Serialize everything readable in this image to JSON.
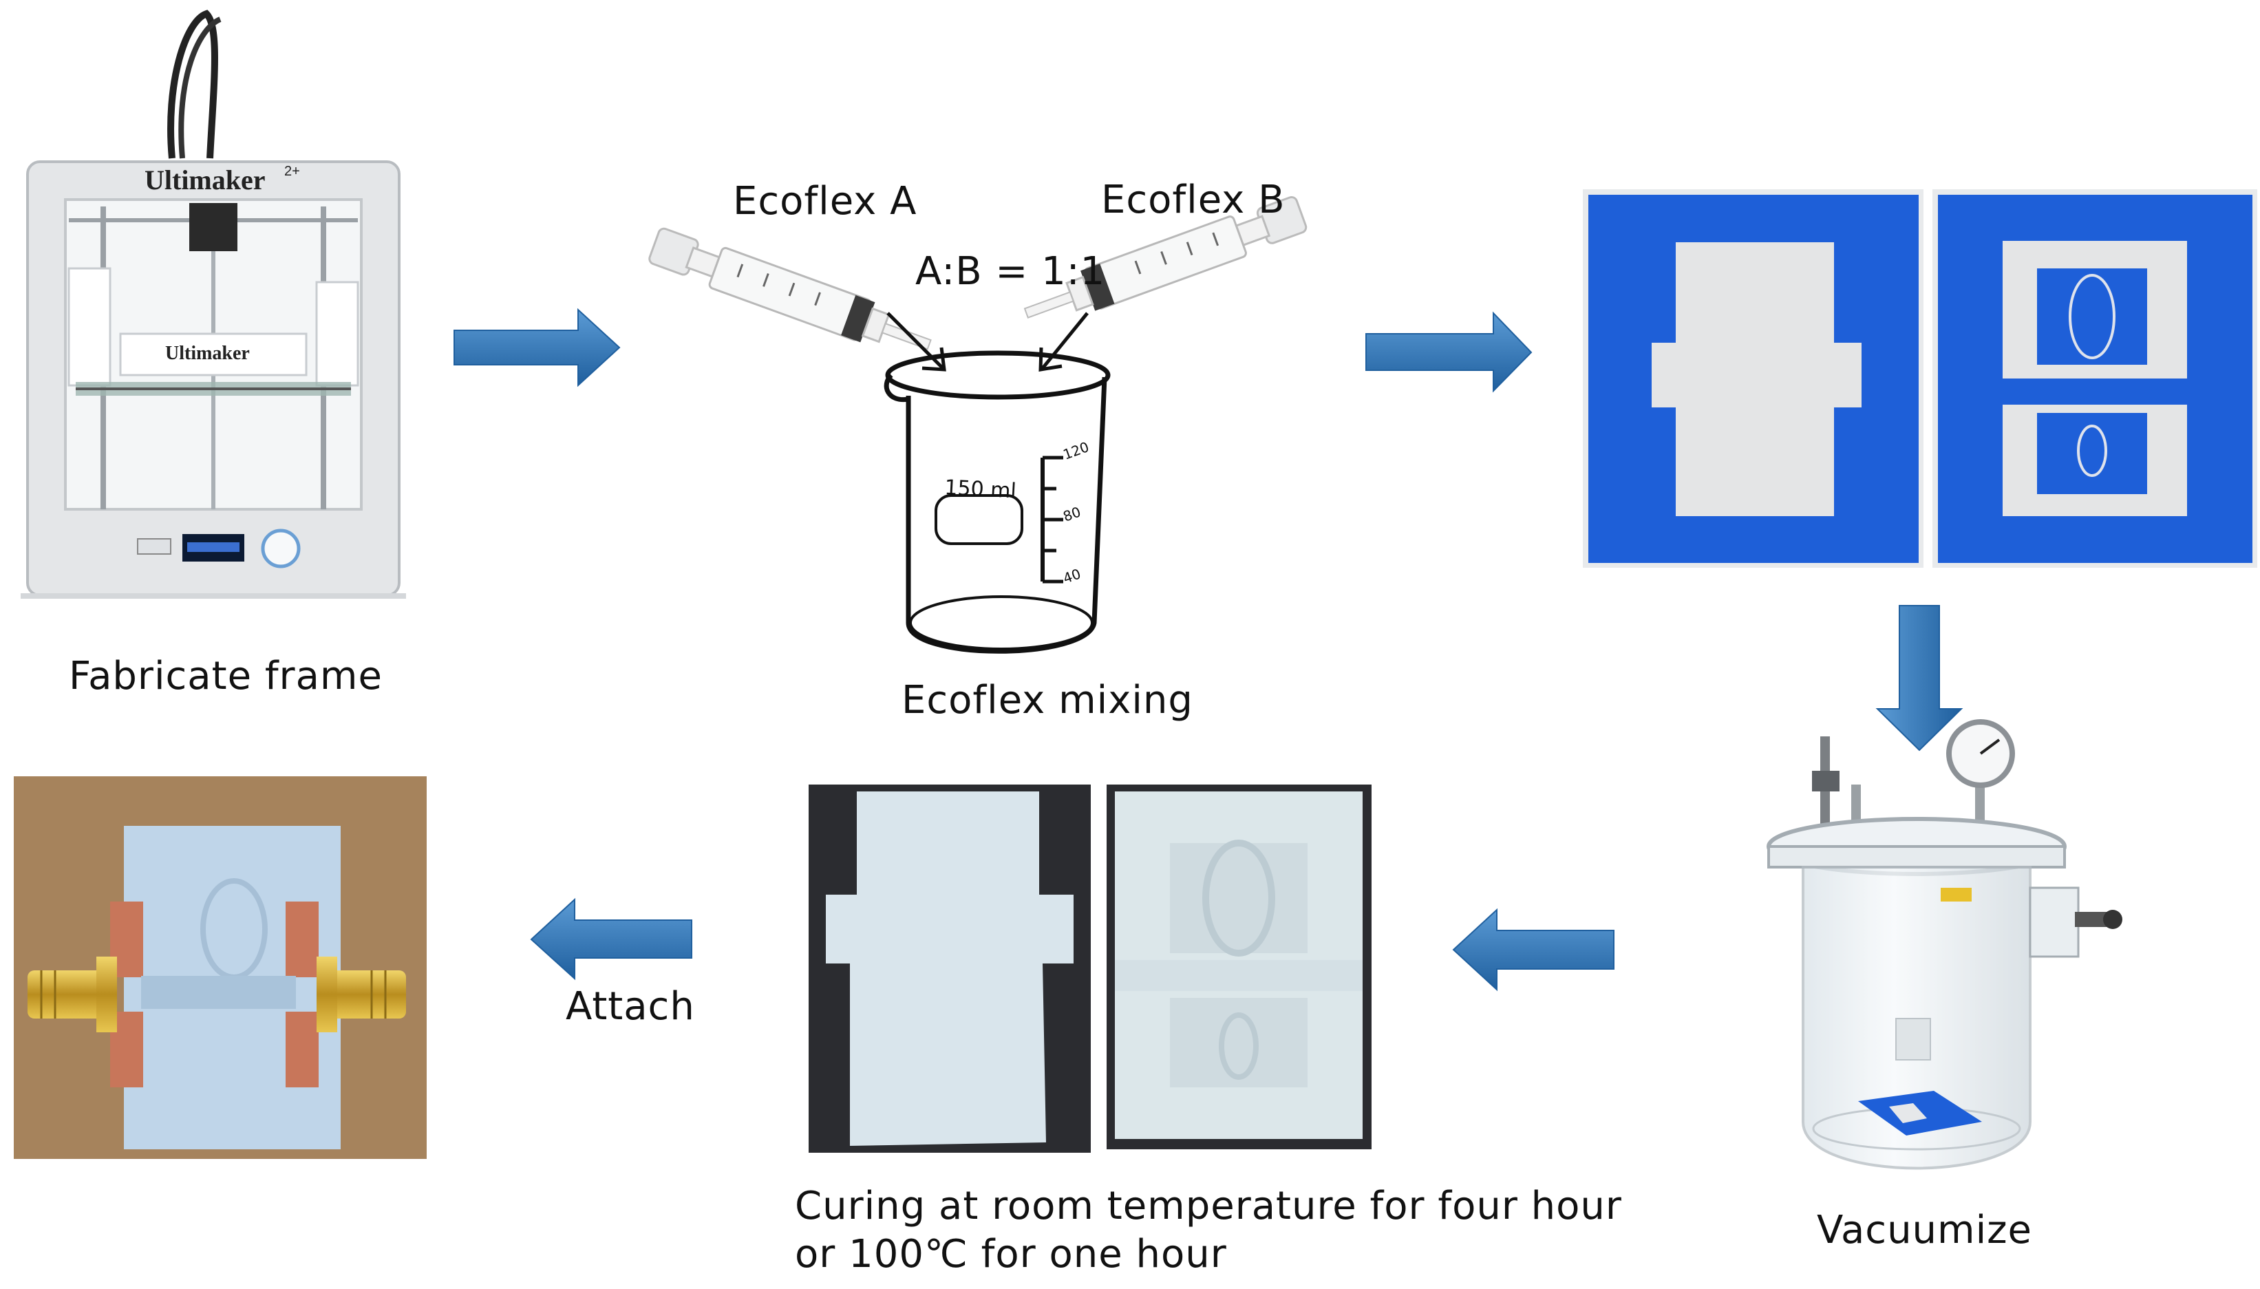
{
  "steps": {
    "fabricate": {
      "label": "Fabricate  frame",
      "printer_brand": "Ultimaker",
      "printer_model": "2+"
    },
    "mixing": {
      "label": "Ecoflex mixing",
      "syringe_a": "Ecoflex A",
      "syringe_b": "Ecoflex B",
      "ratio": "A:B  =  1:1",
      "beaker_volume": "150 ml",
      "beaker_marks": [
        "120",
        "80",
        "40"
      ]
    },
    "vacuum": {
      "label": "Vacuumize"
    },
    "curing": {
      "line1": "Curing  at  room  temperature  for  four  hour",
      "line2": "or  100℃  for  one  hour"
    },
    "attach": {
      "label": "Attach"
    }
  },
  "colors": {
    "arrow": "#2E75B6",
    "mold_blue": "#1E5FD8",
    "ecoflex_white": "#EEF1F2",
    "copper": "#C8765A",
    "brass": "#C9A634"
  }
}
